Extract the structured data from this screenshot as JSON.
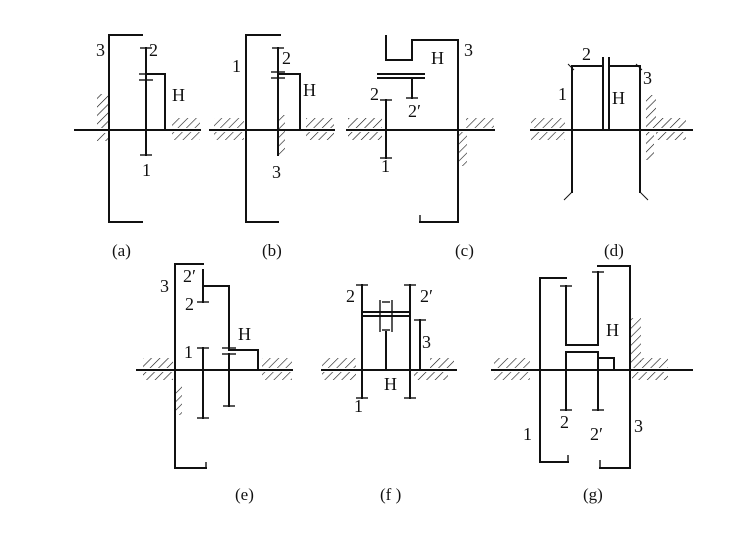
{
  "captions": {
    "a": "(a)",
    "b": "(b)",
    "c": "(c)",
    "d": "(d)",
    "e": "(e)",
    "f": "(f )",
    "g": "(g)"
  },
  "a": {
    "l3": "3",
    "l2": "2",
    "lH": "H",
    "l1": "1"
  },
  "b": {
    "l1": "1",
    "l2": "2",
    "lH": "H",
    "l3": "3"
  },
  "c": {
    "l3": "3",
    "lH": "H",
    "l2": "2",
    "l2p": "2′",
    "l1": "1"
  },
  "d": {
    "l2": "2",
    "l1": "1",
    "lH": "H",
    "l3": "3"
  },
  "e": {
    "l2p": "2′",
    "l3": "3",
    "l2": "2",
    "l1": "1",
    "lH": "H"
  },
  "f": {
    "l2": "2",
    "l2p": "2′",
    "l3": "3",
    "lH": "H",
    "l1": "1"
  },
  "g": {
    "lH": "H",
    "l2": "2",
    "l2p": "2′",
    "l1": "1",
    "l3": "3"
  }
}
